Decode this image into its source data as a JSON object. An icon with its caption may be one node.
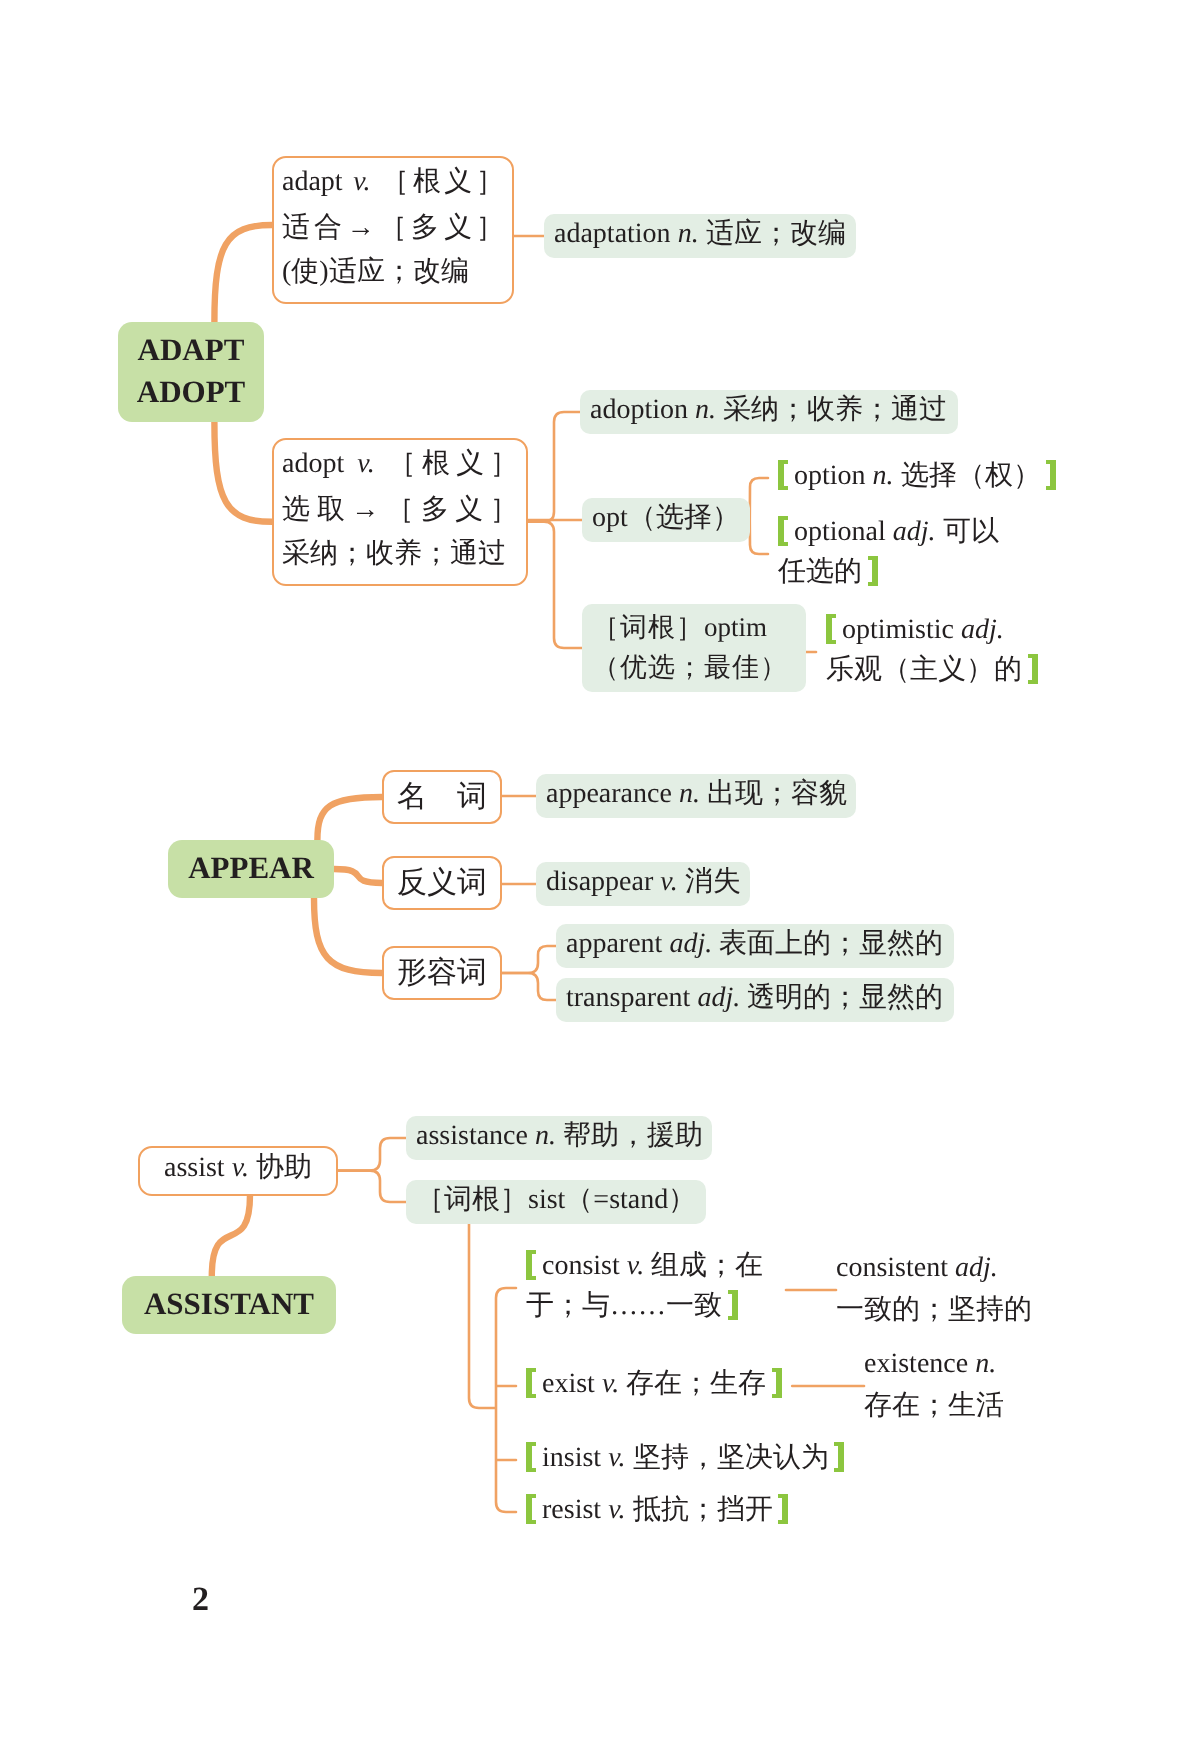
{
  "diagram": {
    "nodes": [
      {
        "text": [
          "ADAPT ADOPT"
        ]
      },
      {
        "text": [
          "adapt *v.* ［根义］适合→［多义］(使)适应；改编"
        ]
      },
      {
        "text": [
          "adaptation *n.* 适应；改编"
        ]
      },
      {
        "text": [
          "adopt *v.* ［根义］选取→［多义］采纳；收养；通过"
        ]
      },
      {
        "text": [
          "adoption *n.* 采纳；收养；通过"
        ]
      },
      {
        "text": [
          "opt（选择）"
        ]
      },
      {
        "text": [
          "option *n.* 选择（权）"
        ]
      },
      {
        "text": [
          "optional *adj.* 可以任选的"
        ]
      },
      {
        "text": [
          "［词根］optim（优选；最佳）"
        ]
      },
      {
        "text": [
          "optimistic *adj.* 乐观（主义）的"
        ]
      },
      {
        "text": [
          "APPEAR"
        ]
      },
      {
        "text": [
          "名　词"
        ]
      },
      {
        "text": [
          "appearance *n.* 出现；容貌"
        ]
      },
      {
        "text": [
          "反义词"
        ]
      },
      {
        "text": [
          "disappear *v.* 消失"
        ]
      },
      {
        "text": [
          "形容词"
        ]
      },
      {
        "text": [
          "apparent *adj.* 表面上的；显然的"
        ]
      },
      {
        "text": [
          "transparent *adj.* 透明的；显然的"
        ]
      },
      {
        "text": [
          "assist *v.* 协助"
        ]
      },
      {
        "text": [
          "ASSISTANT"
        ]
      },
      {
        "text": [
          "assistance *n.* 帮助，援助"
        ]
      },
      {
        "text": [
          "［词根］sist（=stand）"
        ]
      },
      {
        "text": [
          "consist *v.* 组成；在于；与……一致"
        ]
      },
      {
        "text": [
          "consistent *adj.* 一致的；坚持的"
        ]
      },
      {
        "text": [
          "exist *v.* 存在；生存"
        ]
      },
      {
        "text": [
          "existence *n.* 存在；生活"
        ]
      },
      {
        "text": [
          "insist *v.* 坚持，坚决认为"
        ]
      },
      {
        "text": [
          "resist *v.* 抵抗；挡开"
        ]
      }
    ],
    "edges": [
      {
        "from": 0,
        "to": 1,
        "arrow": "none",
        "style": "thick"
      },
      {
        "from": 0,
        "to": 3,
        "arrow": "none",
        "style": "thick"
      },
      {
        "from": 1,
        "to": 2,
        "arrow": "none"
      },
      {
        "from": 3,
        "to": 4,
        "arrow": "none"
      },
      {
        "from": 3,
        "to": 5,
        "arrow": "none"
      },
      {
        "from": 3,
        "to": 8,
        "arrow": "none"
      },
      {
        "from": 5,
        "to": 6,
        "arrow": "none"
      },
      {
        "from": 5,
        "to": 7,
        "arrow": "none"
      },
      {
        "from": 8,
        "to": 9,
        "arrow": "none"
      },
      {
        "from": 10,
        "to": 11,
        "arrow": "none",
        "style": "thick"
      },
      {
        "from": 10,
        "to": 13,
        "arrow": "none",
        "style": "thick"
      },
      {
        "from": 10,
        "to": 15,
        "arrow": "none",
        "style": "thick"
      },
      {
        "from": 11,
        "to": 12,
        "arrow": "none"
      },
      {
        "from": 13,
        "to": 14,
        "arrow": "none"
      },
      {
        "from": 15,
        "to": 16,
        "arrow": "none"
      },
      {
        "from": 15,
        "to": 17,
        "arrow": "none"
      },
      {
        "from": 19,
        "to": 18,
        "arrow": "none",
        "style": "thick"
      },
      {
        "from": 18,
        "to": 20,
        "arrow": "none"
      },
      {
        "from": 18,
        "to": 21,
        "arrow": "none"
      },
      {
        "from": 21,
        "to": 22,
        "arrow": "none"
      },
      {
        "from": 21,
        "to": 24,
        "arrow": "none"
      },
      {
        "from": 21,
        "to": 26,
        "arrow": "none"
      },
      {
        "from": 21,
        "to": 27,
        "arrow": "none"
      },
      {
        "from": 22,
        "to": 23,
        "arrow": "none"
      },
      {
        "from": 24,
        "to": 25,
        "arrow": "none"
      }
    ],
    "labels": [
      "2"
    ]
  }
}
